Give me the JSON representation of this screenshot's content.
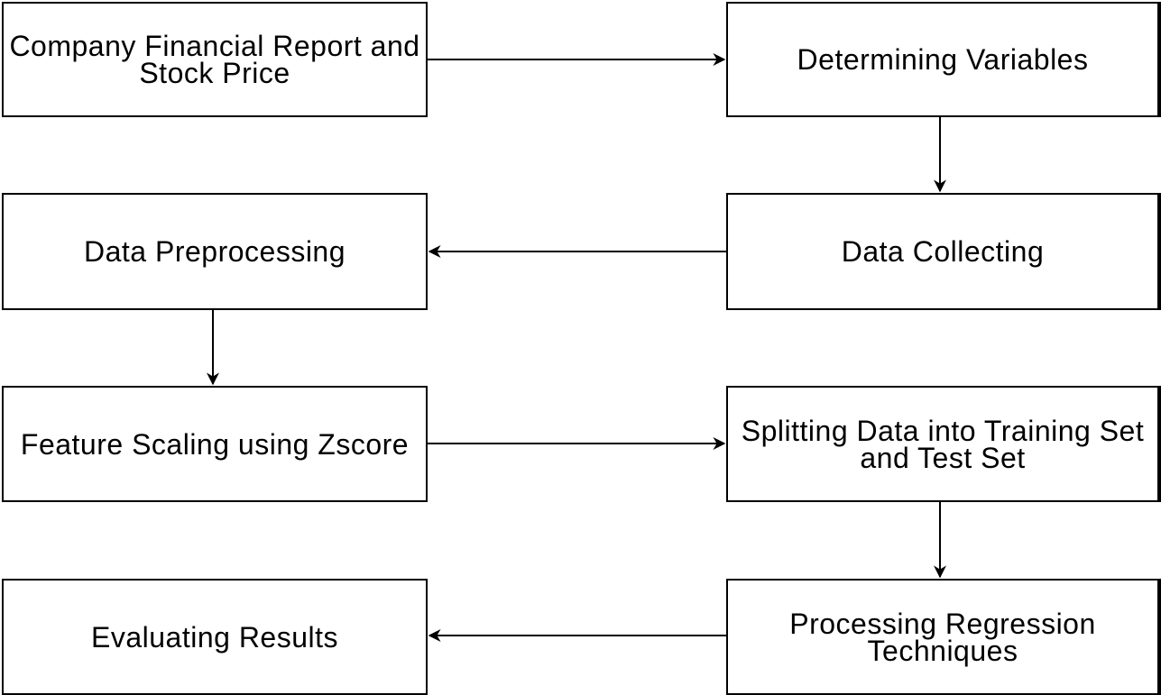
{
  "diagram": {
    "colors": {
      "stroke": "#000000",
      "fill": "#ffffff",
      "text": "#000000"
    },
    "nodes": [
      {
        "id": "financial_report",
        "label": "Company Financial Report and Stock Price"
      },
      {
        "id": "determining_variables",
        "label": "Determining Variables"
      },
      {
        "id": "data_collecting",
        "label": "Data Collecting"
      },
      {
        "id": "data_preprocessing",
        "label": "Data Preprocessing"
      },
      {
        "id": "feature_scaling",
        "label": "Feature Scaling using Zscore"
      },
      {
        "id": "splitting_data",
        "label": "Splitting Data into Training Set and Test Set"
      },
      {
        "id": "processing_regression",
        "label": "Processing Regression Techniques"
      },
      {
        "id": "evaluating_results",
        "label": "Evaluating Results"
      }
    ],
    "edges": [
      {
        "from": "financial_report",
        "to": "determining_variables"
      },
      {
        "from": "determining_variables",
        "to": "data_collecting"
      },
      {
        "from": "data_collecting",
        "to": "data_preprocessing"
      },
      {
        "from": "data_preprocessing",
        "to": "feature_scaling"
      },
      {
        "from": "feature_scaling",
        "to": "splitting_data"
      },
      {
        "from": "splitting_data",
        "to": "processing_regression"
      },
      {
        "from": "processing_regression",
        "to": "evaluating_results"
      }
    ]
  }
}
